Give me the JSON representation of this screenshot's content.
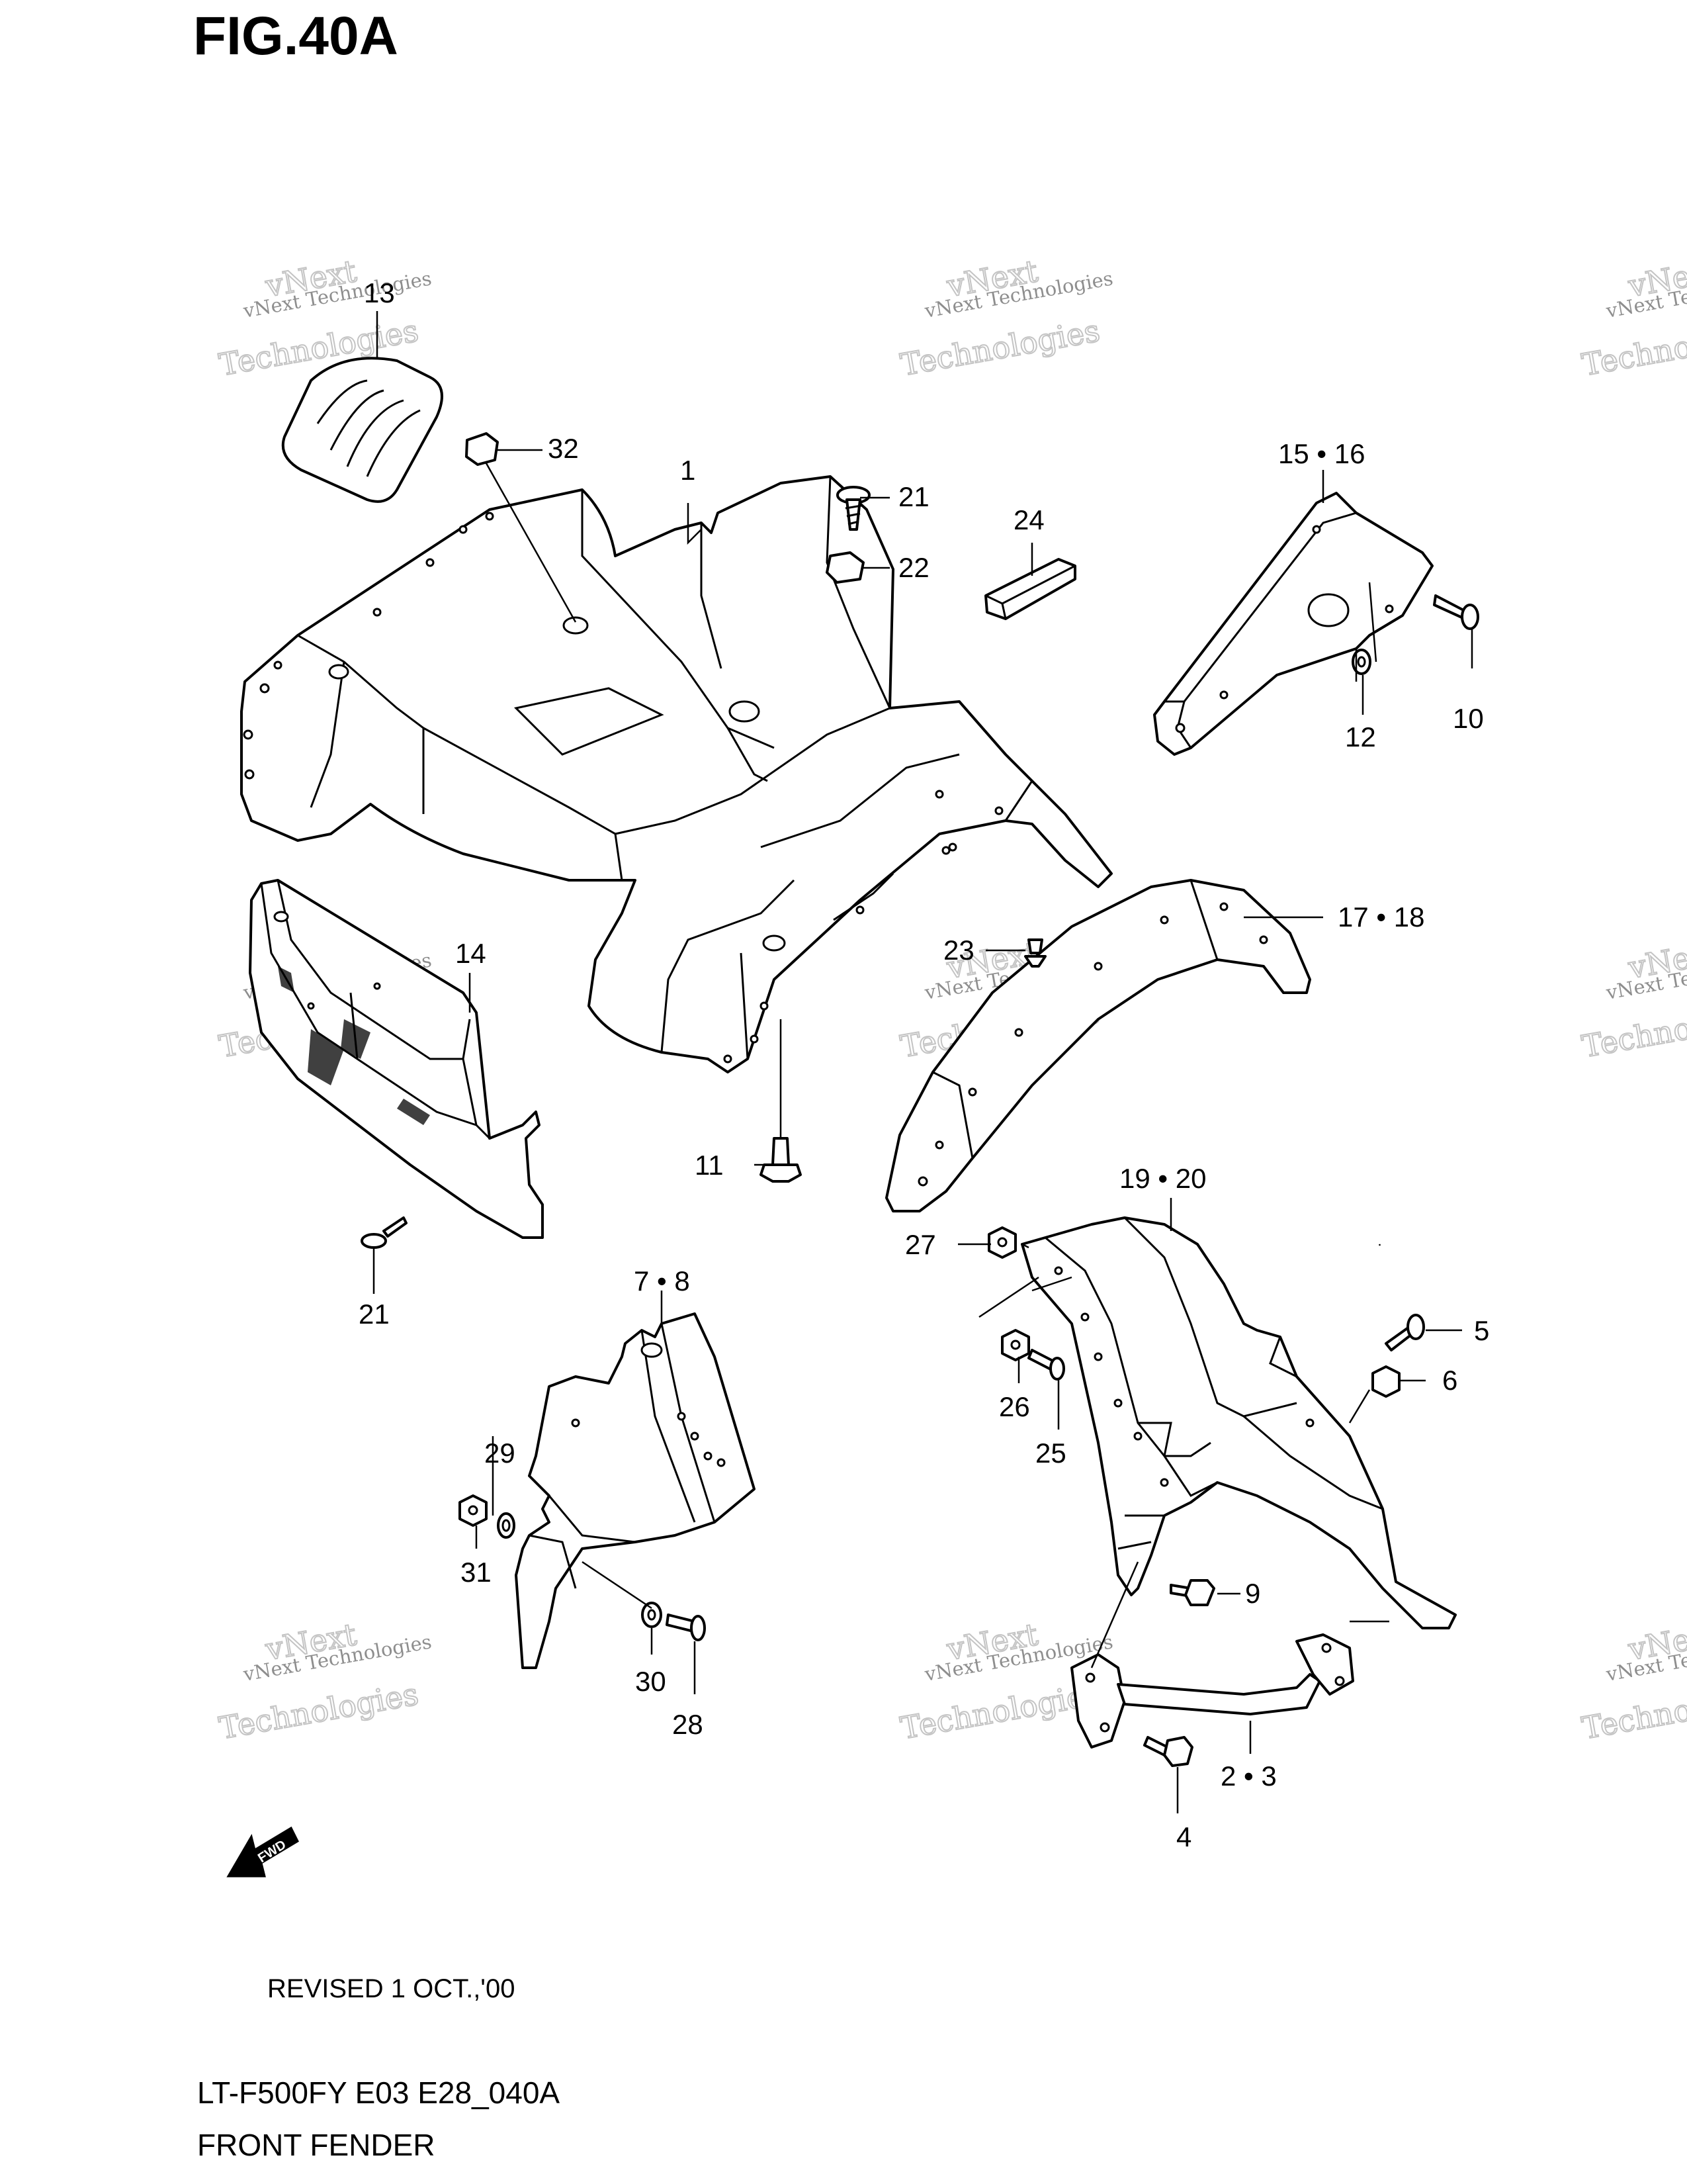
{
  "figure": {
    "title": "FIG.40A"
  },
  "footer": {
    "revised": "REVISED 1 OCT.,'00",
    "model_code": "LT-F500FY E03 E28_040A",
    "section": "FRONT FENDER"
  },
  "fwd_arrow": {
    "label": "FWD"
  },
  "watermark": {
    "line1": "vNext Technologies",
    "line2": "vNext",
    "line3": "Technologies"
  },
  "callouts": [
    {
      "id": "c13",
      "text": "13"
    },
    {
      "id": "c32",
      "text": "32"
    },
    {
      "id": "c1",
      "text": "1"
    },
    {
      "id": "c21a",
      "text": "21"
    },
    {
      "id": "c22",
      "text": "22"
    },
    {
      "id": "c24",
      "text": "24"
    },
    {
      "id": "c1516",
      "text": "15 • 16"
    },
    {
      "id": "c12",
      "text": "12"
    },
    {
      "id": "c10",
      "text": "10"
    },
    {
      "id": "c14",
      "text": "14"
    },
    {
      "id": "c1718",
      "text": "17 • 18"
    },
    {
      "id": "c23",
      "text": "23"
    },
    {
      "id": "c11",
      "text": "11"
    },
    {
      "id": "c21b",
      "text": "21"
    },
    {
      "id": "c78",
      "text": "7 • 8"
    },
    {
      "id": "c1920",
      "text": "19 • 20"
    },
    {
      "id": "c27",
      "text": "27"
    },
    {
      "id": "c5",
      "text": "5"
    },
    {
      "id": "c6",
      "text": "6"
    },
    {
      "id": "c26",
      "text": "26"
    },
    {
      "id": "c25",
      "text": "25"
    },
    {
      "id": "c29",
      "text": "29"
    },
    {
      "id": "c31",
      "text": "31"
    },
    {
      "id": "c30",
      "text": "30"
    },
    {
      "id": "c28",
      "text": "28"
    },
    {
      "id": "c9",
      "text": "9"
    },
    {
      "id": "c23b",
      "text": "2 • 3"
    },
    {
      "id": "c4",
      "text": "4"
    }
  ]
}
